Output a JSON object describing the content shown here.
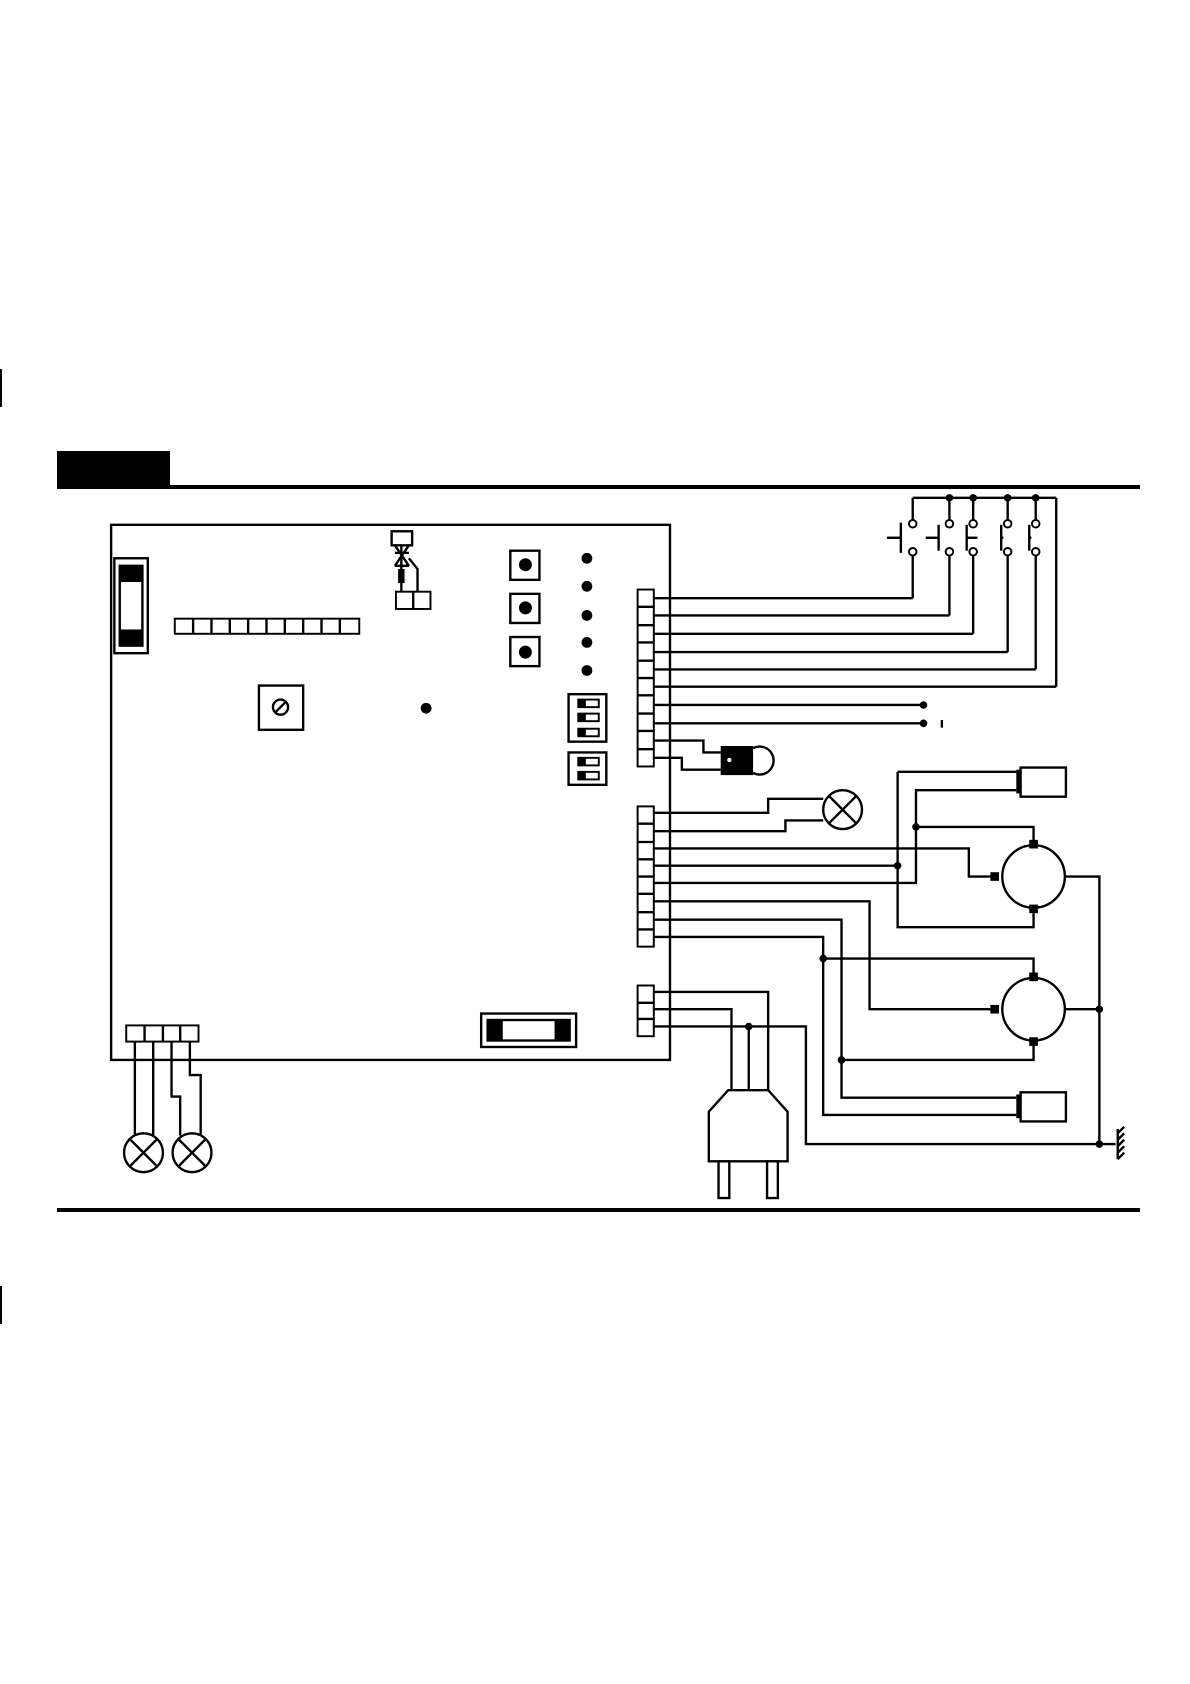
{
  "page": {
    "background": "#ffffff",
    "ink": "#000000"
  },
  "diagram": {
    "kind": "electrical wiring diagram",
    "text_labels": [],
    "components": [
      {
        "id": "control-board",
        "icon": "circuit-board"
      },
      {
        "id": "board-fuse",
        "icon": "fuse-icon"
      },
      {
        "id": "main-fuse",
        "icon": "fuse-icon"
      },
      {
        "id": "terminal-strip-10",
        "icon": "terminal-strip",
        "count": 10
      },
      {
        "id": "trimmer",
        "icon": "potentiometer-icon"
      },
      {
        "id": "quartz-crystal",
        "icon": "crystal-icon"
      },
      {
        "id": "push-buttons",
        "icon": "push-button-icon",
        "count": 3
      },
      {
        "id": "leds",
        "icon": "led-icon",
        "count": 5
      },
      {
        "id": "dip-switch-3",
        "icon": "dip-switch-icon",
        "count": 3
      },
      {
        "id": "dip-switch-2",
        "icon": "dip-switch-icon",
        "count": 2
      },
      {
        "id": "connector-j1",
        "icon": "terminal-block",
        "count": 10
      },
      {
        "id": "connector-j2",
        "icon": "terminal-block",
        "count": 8
      },
      {
        "id": "connector-j3",
        "icon": "terminal-block",
        "count": 3
      },
      {
        "id": "connector-bottom",
        "icon": "terminal-block",
        "count": 4
      },
      {
        "id": "contact-switches",
        "icon": "switch-icon",
        "count": 5
      },
      {
        "id": "thermal-switch",
        "icon": "thermostat-icon"
      },
      {
        "id": "warning-lamp",
        "icon": "lamp-icon"
      },
      {
        "id": "indicator-lamps",
        "icon": "lamp-icon",
        "count": 2
      },
      {
        "id": "motors",
        "icon": "motor-icon",
        "count": 2
      },
      {
        "id": "capacitors",
        "icon": "capacitor-icon",
        "count": 2
      },
      {
        "id": "mains-plug",
        "icon": "plug-icon"
      },
      {
        "id": "earth",
        "icon": "ground-icon"
      }
    ]
  }
}
